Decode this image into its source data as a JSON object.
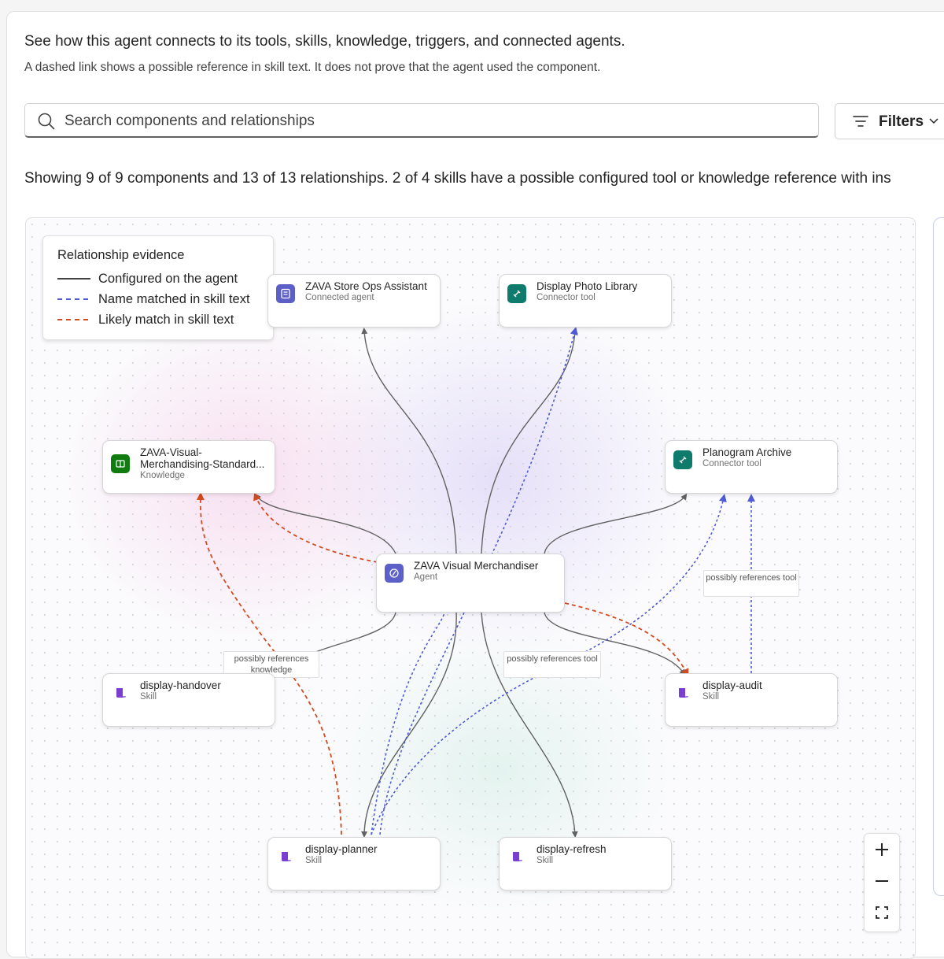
{
  "header": {
    "intro": "See how this agent connects to its tools, skills, knowledge, triggers, and connected agents.",
    "note": "A dashed link shows a possible reference in skill text. It does not prove that the agent used the component."
  },
  "search": {
    "placeholder": "Search components and relationships"
  },
  "filters": {
    "label": "Filters"
  },
  "summary": "Showing 9 of 9 components and 13 of 13 relationships. 2 of 4 skills have a possible configured tool or knowledge reference with ins",
  "legend": {
    "title": "Relationship evidence",
    "configured": "Configured on the agent",
    "name_matched": "Name matched in skill text",
    "likely_match": "Likely match in skill text"
  },
  "colors": {
    "configured": "#616161",
    "name_matched": "#4f5bd5",
    "likely_match": "#d44b1f",
    "agent_icon": "#5b5fc7",
    "connector_icon": "#0f7b6c",
    "knowledge_icon": "#107c10",
    "skill_icon": "#7a3fd1"
  },
  "nodes": {
    "store_ops": {
      "name": "ZAVA Store Ops Assistant",
      "type": "Connected agent",
      "icon": "agent-icon"
    },
    "photo_library": {
      "name": "Display Photo Library",
      "type": "Connector tool",
      "icon": "connector-icon"
    },
    "knowledge": {
      "name": "ZAVA-Visual-Merchandising-Standard...",
      "type": "Knowledge",
      "icon": "book-icon"
    },
    "planogram": {
      "name": "Planogram Archive",
      "type": "Connector tool",
      "icon": "connector-icon"
    },
    "agent": {
      "name": "ZAVA Visual Merchandiser",
      "type": "Agent",
      "icon": "agent-icon"
    },
    "handover": {
      "name": "display-handover",
      "type": "Skill",
      "icon": "skill-icon"
    },
    "audit": {
      "name": "display-audit",
      "type": "Skill",
      "icon": "skill-icon"
    },
    "planner": {
      "name": "display-planner",
      "type": "Skill",
      "icon": "skill-icon"
    },
    "refresh": {
      "name": "display-refresh",
      "type": "Skill",
      "icon": "skill-icon"
    }
  },
  "edge_labels": {
    "knowledge_ref": "possibly references knowledge",
    "tool_ref_center": "possibly references tool",
    "tool_ref_right": "possibly references tool"
  },
  "zoom": {
    "in": "+",
    "out": "−"
  }
}
